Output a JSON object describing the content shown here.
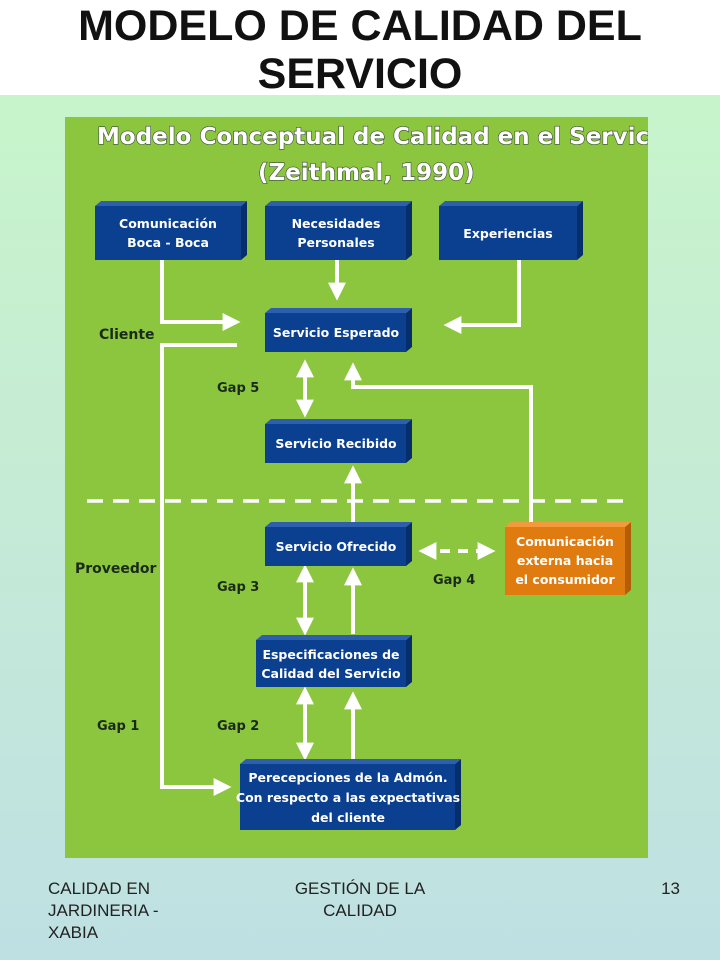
{
  "slide": {
    "title_line1": "MODELO DE CALIDAD DEL",
    "title_line2": "SERVICIO"
  },
  "figure": {
    "title_line1": "Modelo Conceptual de Calidad en el Servicio",
    "title_line2": "(Zeithmal, 1990)",
    "side_labels": {
      "cliente": "Cliente",
      "proveedor": "Proveedor"
    },
    "boxes": {
      "comunicacion_boca": [
        "Comunicación",
        "Boca - Boca"
      ],
      "necesidades": [
        "Necesidades",
        "Personales"
      ],
      "experiencias": [
        "Experiencias"
      ],
      "servicio_esperado": [
        "Servicio Esperado"
      ],
      "servicio_recibido": [
        "Servicio Recibido"
      ],
      "servicio_ofrecido": [
        "Servicio Ofrecido"
      ],
      "comunicacion_externa": [
        "Comunicación",
        "externa hacia",
        "el consumidor"
      ],
      "especificaciones": [
        "Especificaciones de",
        "Calidad del Servicio"
      ],
      "percepciones": [
        "Perecepciones de la Admón.",
        "Con respecto a las expectativas",
        "del cliente"
      ]
    },
    "gaps": {
      "gap1": "Gap 1",
      "gap2": "Gap 2",
      "gap3": "Gap 3",
      "gap4": "Gap 4",
      "gap5": "Gap 5"
    },
    "colors": {
      "background": "#8cc63f",
      "box_blue": "#0b3f8f",
      "box_orange": "#e07b10",
      "arrow": "#ffffff"
    }
  },
  "footer": {
    "left_line1": "CALIDAD EN",
    "left_line2": "JARDINERIA -",
    "left_line3": "XABIA",
    "center_line1": "GESTIÓN DE LA",
    "center_line2": "CALIDAD",
    "page_number": "13"
  }
}
